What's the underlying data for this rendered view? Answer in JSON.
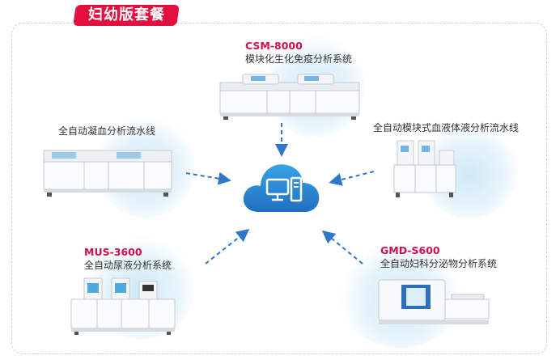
{
  "banner": {
    "title": "妇幼版套餐"
  },
  "nodes": {
    "csm": {
      "model": "CSM-8000",
      "desc": "模块化生化免疫分析系统"
    },
    "coag": {
      "desc": "全自动凝血分析流水线"
    },
    "blood": {
      "desc": "全自动模块式血液体液分析流水线"
    },
    "mus": {
      "model": "MUS-3600",
      "desc": "全自动尿液分析系统"
    },
    "gmd": {
      "model": "GMD-S600",
      "desc": "全自动妇科分泌物分析系统"
    }
  },
  "center": {
    "icon": "cloud-computer-icon"
  },
  "colors": {
    "accent": "#e3103f",
    "model": "#d0104a",
    "arrow": "#2f77c9",
    "cloud": "#2d8fd6"
  }
}
